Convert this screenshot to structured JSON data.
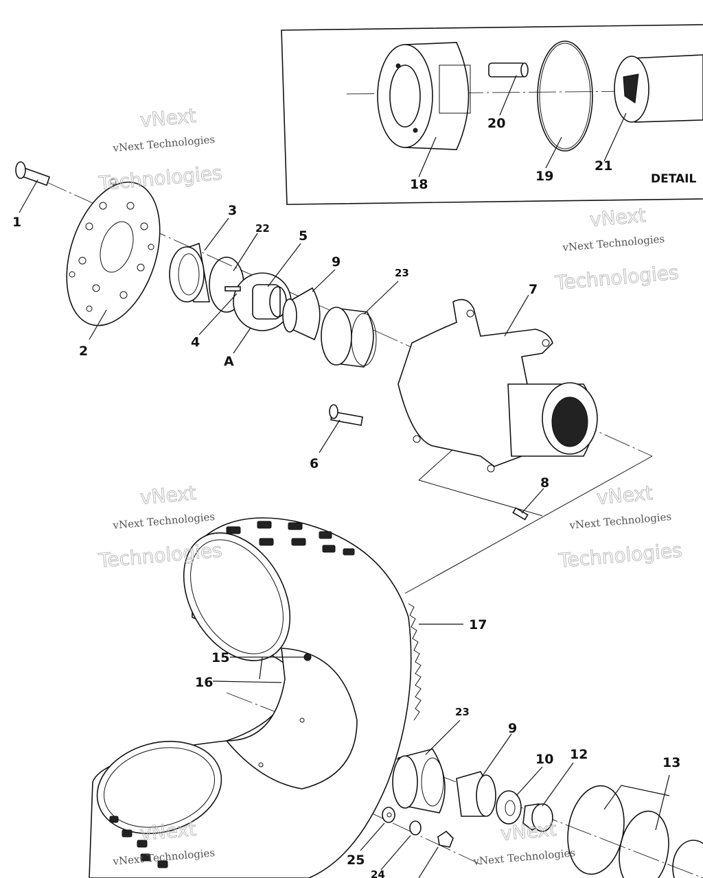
{
  "diagram": {
    "detail_title": "DETAIL",
    "callouts": {
      "p1": "1",
      "p2": "2",
      "p3": "3",
      "p4": "4",
      "p5": "5",
      "pA": "A",
      "p6": "6",
      "p7": "7",
      "p8": "8",
      "p9": "9",
      "p9b": "9",
      "p10": "10",
      "p12": "12",
      "p13": "13",
      "p15": "15",
      "p16": "16",
      "p17": "17",
      "p18": "18",
      "p19": "19",
      "p20": "20",
      "p21": "21",
      "p22": "22",
      "p23": "23",
      "p23b": "23",
      "p24": "24",
      "p25": "25"
    }
  },
  "watermark": {
    "line1": "vNext Technologies",
    "line2": "vNext",
    "line3": "Technologies"
  }
}
